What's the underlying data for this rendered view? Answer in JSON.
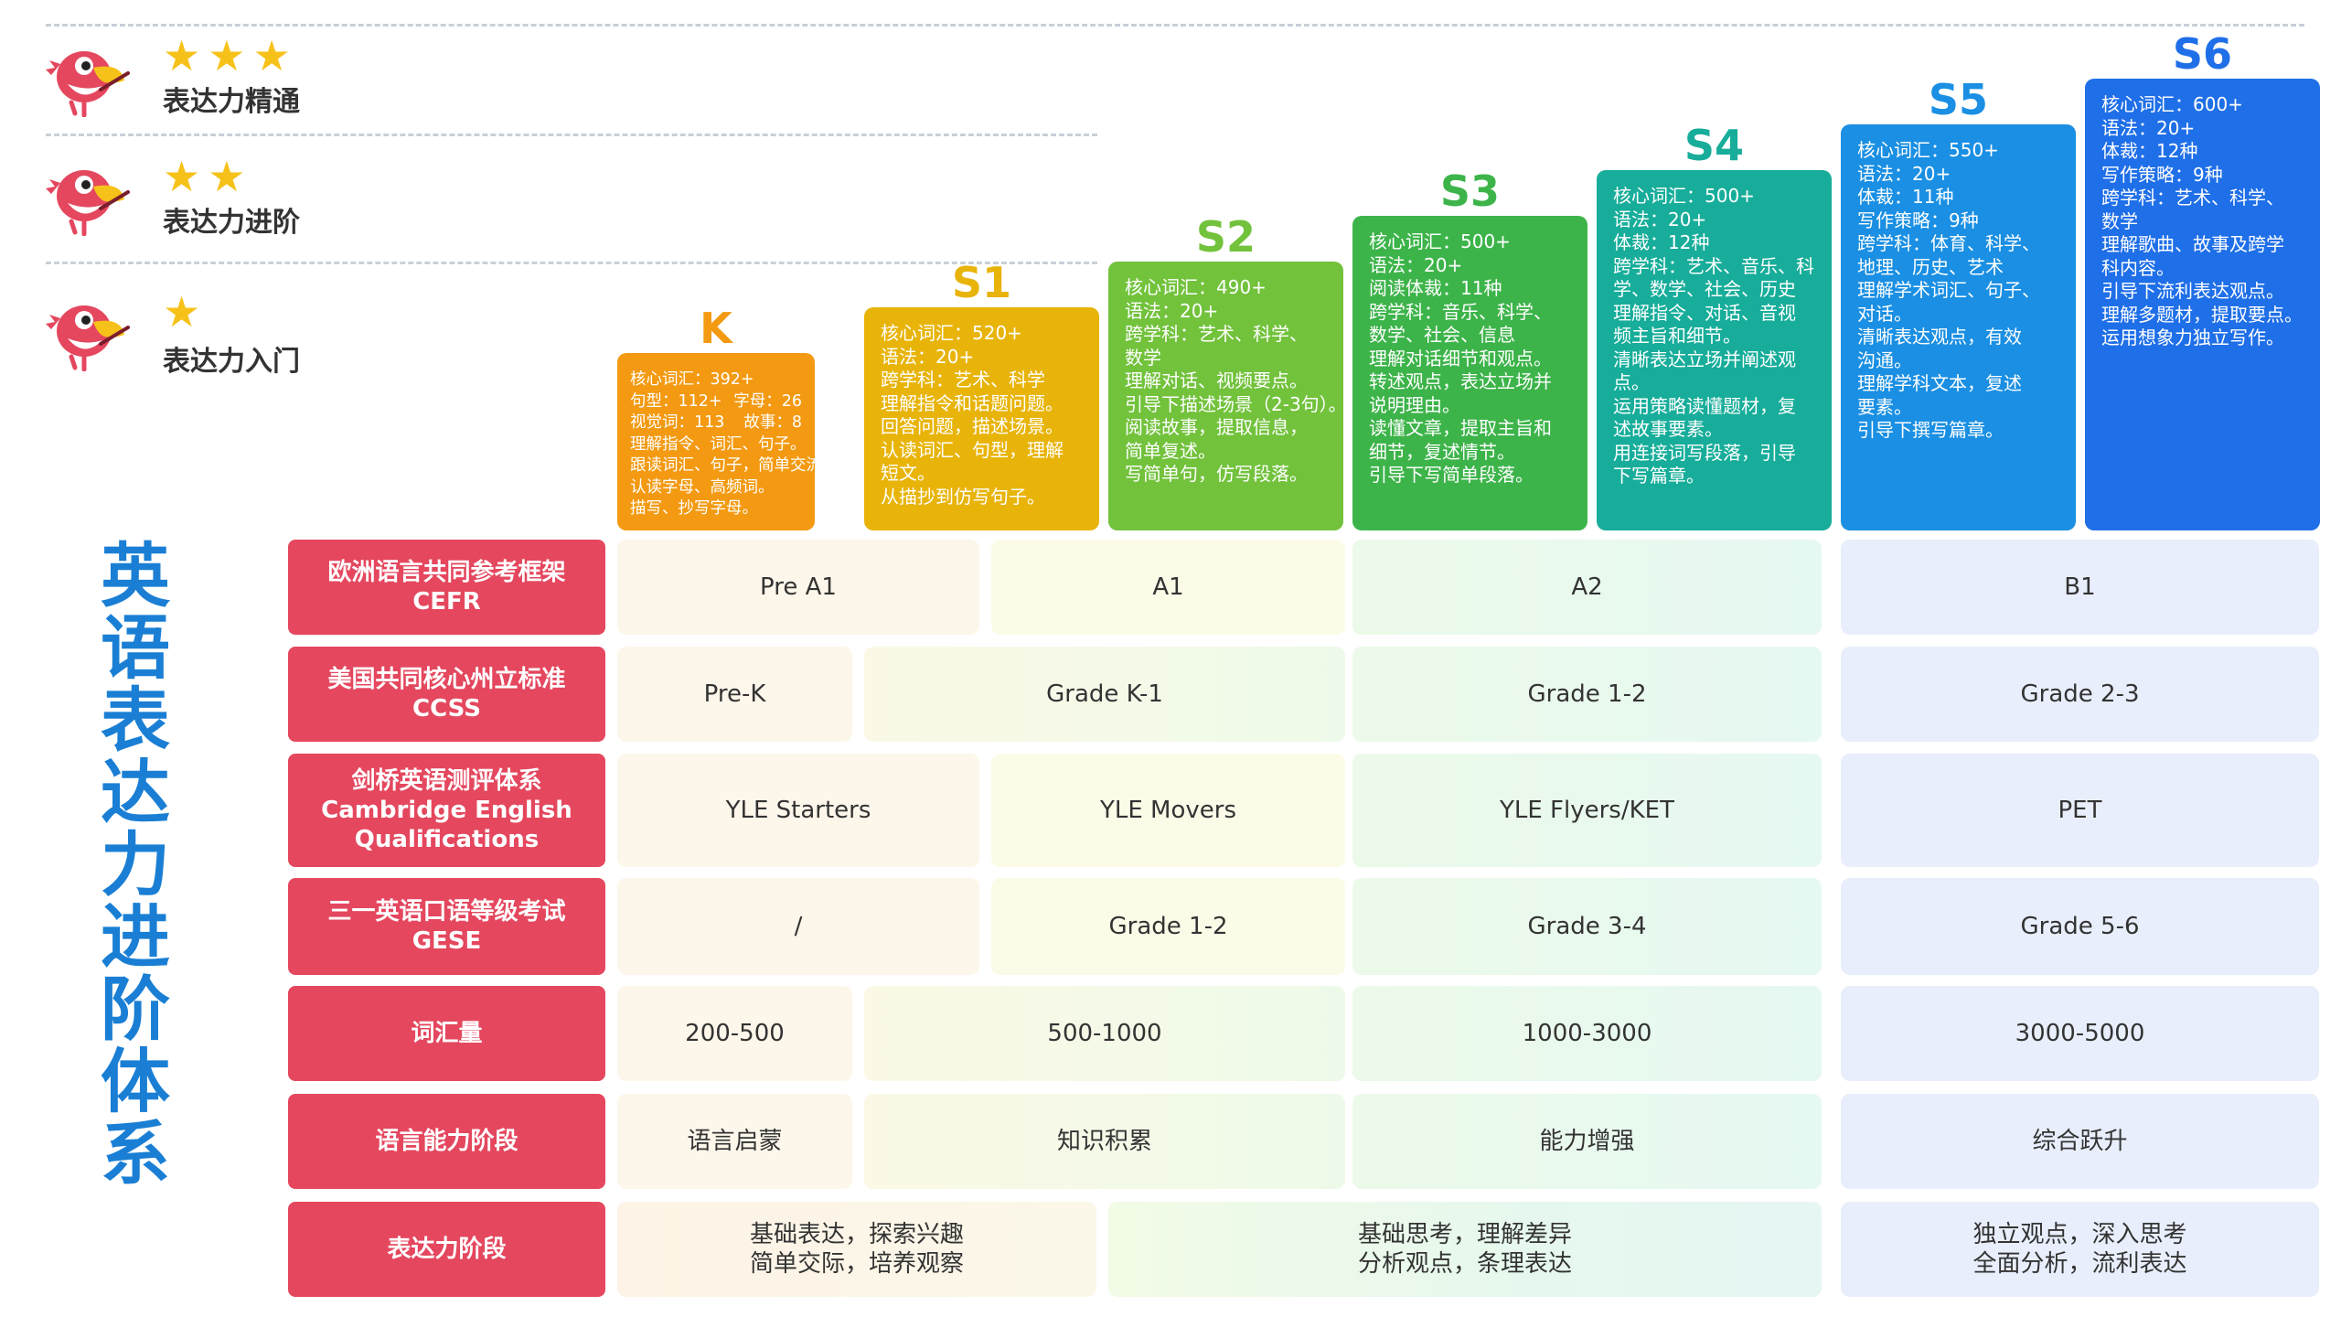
{
  "tiers": [
    {
      "stars": "★★★",
      "label": "表达力精通"
    },
    {
      "stars": "★★",
      "label": "表达力进阶"
    },
    {
      "stars": "★",
      "label": "表达力入门"
    }
  ],
  "vertical_title": "英语表达力进阶体系",
  "levels": [
    {
      "name": "K",
      "color": "#f39a12",
      "lines": [
        "核心词汇：392+",
        "句型：112+|字母：26",
        "视觉词：113|故事：8",
        "理解指令、词汇、句子。",
        "跟读词汇、句子，简单交流。",
        "认读字母、高频词。",
        "描写、抄写字母。"
      ]
    },
    {
      "name": "S1",
      "color": "#e8b40a",
      "lines": [
        "核心词汇：520+",
        "语法：20+",
        "跨学科：艺术、科学",
        "理解指令和话题问题。",
        "回答问题，描述场景。",
        "认读词汇、句型，理解",
        "短文。",
        "从描抄到仿写句子。"
      ]
    },
    {
      "name": "S2",
      "color": "#72c23c",
      "lines": [
        "核心词汇：490+",
        "语法：20+",
        "跨学科：艺术、科学、",
        "数学",
        "理解对话、视频要点。",
        "引导下描述场景（2-3句）。",
        "阅读故事，提取信息，",
        "简单复述。",
        "写简单句，仿写段落。"
      ]
    },
    {
      "name": "S3",
      "color": "#3db44a",
      "lines": [
        "核心词汇：500+",
        "语法：20+",
        "阅读体裁：11种",
        "跨学科：音乐、科学、",
        "数学、社会、信息",
        "理解对话细节和观点。",
        "转述观点，表达立场并",
        "说明理由。",
        "读懂文章，提取主旨和",
        "细节，复述情节。",
        "引导下写简单段落。"
      ]
    },
    {
      "name": "S4",
      "color": "#17ad9a",
      "lines": [
        "核心词汇：500+",
        "语法：20+",
        "体裁：12种",
        "跨学科：艺术、音乐、科",
        "学、数学、社会、历史",
        "理解指令、对话、音视",
        "频主旨和细节。",
        "清晰表达立场并阐述观",
        "点。",
        "运用策略读懂题材，复",
        "述故事要素。",
        "用连接词写段落，引导",
        "下写篇章。"
      ]
    },
    {
      "name": "S5",
      "color": "#1a8fe3",
      "lines": [
        "核心词汇：550+",
        "语法：20+",
        "体裁：11种",
        "写作策略：9种",
        "跨学科：体育、科学、",
        "地理、历史、艺术",
        "理解学术词汇、句子、",
        "对话。",
        "清晰表达观点，有效",
        "沟通。",
        "理解学科文本，复述",
        "要素。",
        "引导下撰写篇章。"
      ]
    },
    {
      "name": "S6",
      "color": "#1f6fe8",
      "lines": [
        "核心词汇：600+",
        "语法：20+",
        "体裁：12种",
        "写作策略：9种",
        "跨学科：艺术、科学、",
        "数学",
        "理解歌曲、故事及跨学",
        "科内容。",
        "引导下流利表达观点。",
        "理解多题材，提取要点。",
        "运用想象力独立写作。"
      ]
    }
  ],
  "rows": [
    {
      "label": [
        "欧洲语言共同参考框架",
        "CEFR"
      ],
      "cells": [
        [
          "Pre A1"
        ],
        [
          "A1"
        ],
        [
          "A2"
        ],
        [
          "B1"
        ]
      ]
    },
    {
      "label": [
        "美国共同核心州立标准",
        "CCSS"
      ],
      "cells": [
        [
          "Pre-K"
        ],
        [
          "Grade K-1"
        ],
        [
          "Grade 1-2"
        ],
        [
          "Grade 2-3"
        ]
      ]
    },
    {
      "label": [
        "剑桥英语测评体系",
        "Cambridge English",
        "Qualifications"
      ],
      "cells": [
        [
          "YLE Starters"
        ],
        [
          "YLE Movers"
        ],
        [
          "YLE Flyers/KET"
        ],
        [
          "PET"
        ]
      ]
    },
    {
      "label": [
        "三一英语口语等级考试",
        "GESE"
      ],
      "cells": [
        [
          "/"
        ],
        [
          "Grade 1-2"
        ],
        [
          "Grade 3-4"
        ],
        [
          "Grade 5-6"
        ]
      ]
    },
    {
      "label": [
        "词汇量"
      ],
      "cells": [
        [
          "200-500"
        ],
        [
          "500-1000"
        ],
        [
          "1000-3000"
        ],
        [
          "3000-5000"
        ]
      ]
    },
    {
      "label": [
        "语言能力阶段"
      ],
      "cells": [
        [
          "语言启蒙"
        ],
        [
          "知识积累"
        ],
        [
          "能力增强"
        ],
        [
          "综合跃升"
        ]
      ]
    },
    {
      "label": [
        "表达力阶段"
      ],
      "cells": [
        [
          "基础表达，探索兴趣",
          "简单交际，培养观察"
        ],
        [
          "基础思考，理解差异",
          "分析观点，条理表达"
        ],
        [
          "独立观点，深入思考",
          "全面分析，流利表达"
        ]
      ]
    }
  ]
}
